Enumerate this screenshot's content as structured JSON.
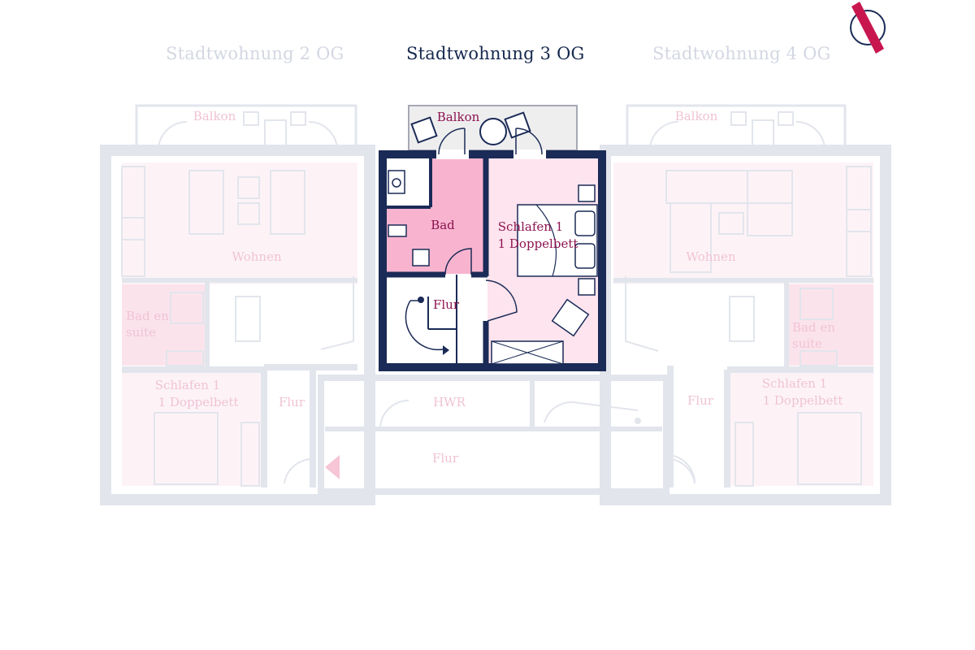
{
  "tabs": {
    "left": "Stadtwohnung 2 OG",
    "center": "Stadtwohnung 3 OG",
    "right": "Stadtwohnung 4 OG"
  },
  "rooms_active": {
    "balkon": "Balkon",
    "bad": "Bad",
    "flur": "Flur",
    "schlafen_line1": "Schlafen 1",
    "schlafen_line2": "1 Doppelbett"
  },
  "rooms_left": {
    "balkon": "Balkon",
    "wohnen": "Wohnen",
    "bad_line1": "Bad en",
    "bad_line2": "suite",
    "schlafen_line1": "Schlafen 1",
    "schlafen_line2": "1 Doppelbett",
    "flur": "Flur"
  },
  "rooms_right": {
    "balkon": "Balkon",
    "wohnen": "Wohnen",
    "bad_line1": "Bad en",
    "bad_line2": "suite",
    "schlafen_line1": "Schlafen 1",
    "schlafen_line2": "1 Doppelbett",
    "flur": "Flur"
  },
  "rooms_common": {
    "hwr": "HWR",
    "flur": "Flur"
  },
  "colors": {
    "wall_active": "#1b2b57",
    "wall_faded": "#dfe2ea",
    "room_pink": "#fde4ee",
    "bath_pink": "#f8b4cf",
    "accent": "#c8174f",
    "label_active": "#8d1450",
    "tab_active": "#16284d"
  },
  "icons": {
    "compass": "north-arrow-icon"
  }
}
